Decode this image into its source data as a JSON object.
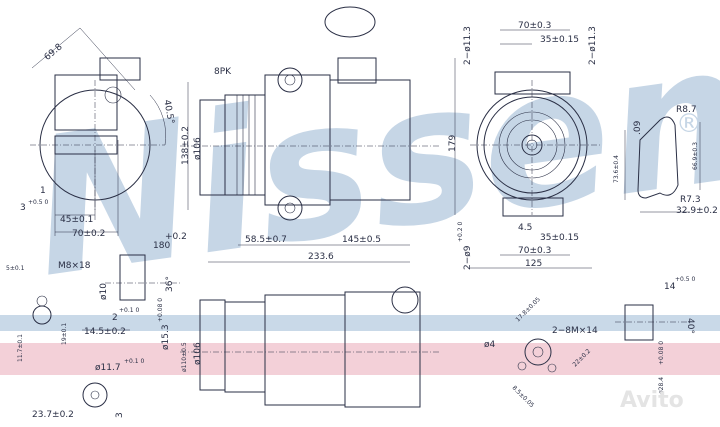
{
  "watermark": {
    "brand": "Nissens",
    "registered": "®",
    "color": "#c6d6e6"
  },
  "stripes": {
    "blue": "#c9d9e8",
    "pink": "#f3d0d8"
  },
  "overlay_logo": "Avito",
  "labels": {
    "d69_8": "69.8",
    "d40_5": "40.5°",
    "d1": "1",
    "d3": "3",
    "d3_tol": "+0.5 0",
    "d45": "45±0.1",
    "d70a": "70±0.2",
    "pk": "8PK",
    "d138": "138±0.2",
    "d106a": "ø106",
    "d58_5": "58.5±0.7",
    "d145": "145±0.5",
    "d233_6": "233.6",
    "d180": "180",
    "d180_tol": "+0.2",
    "d70top": "70±0.3",
    "d35top": "35±0.15",
    "d2x11_3a": "2−ø11.3",
    "d2x11_3b": "2−ø11.3",
    "d179": "179",
    "d4_5": "4.5",
    "d35bot": "35±0.15",
    "d70bot": "70±0.3",
    "d125": "125",
    "d2x9": "2−ø9",
    "d2x9_tol": "+0.2 0",
    "r8_7": "R8.7",
    "d09": ".09",
    "d73_6": "73.6±0.4",
    "d66_9": "66.9±0.3",
    "r7_3": "R7.3",
    "d32_9": "32.9±0.2",
    "d5": "5±0.1",
    "m8x18": "M8×18",
    "d10": "ø10",
    "d36": "36°",
    "d2": "2",
    "d2_tol": "+0.1 0",
    "d15_3": "ø15.3",
    "d15_3_tol": "+0.08 0",
    "d14_5": "14.5±0.2",
    "d11_7": "11.7±0.1",
    "d19": "19±0.1",
    "d11_7b": "ø11.7",
    "d11_7b_tol": "+0.1 0",
    "d23_7": "23.7±0.2",
    "d3b": "3",
    "d110": "ø110±0.5",
    "d106b": "ø106",
    "d17_8": "17.8±0.05",
    "d4": "ø4",
    "m8x14": "2−8M×14",
    "d22": "22±0.2",
    "d8_5": "8.5±0.05",
    "d14": "14",
    "d14_tol": "+0.5 0",
    "d40": "40°",
    "d28_4": "ø28.4",
    "d28_4_tol": "+0.08 0"
  }
}
